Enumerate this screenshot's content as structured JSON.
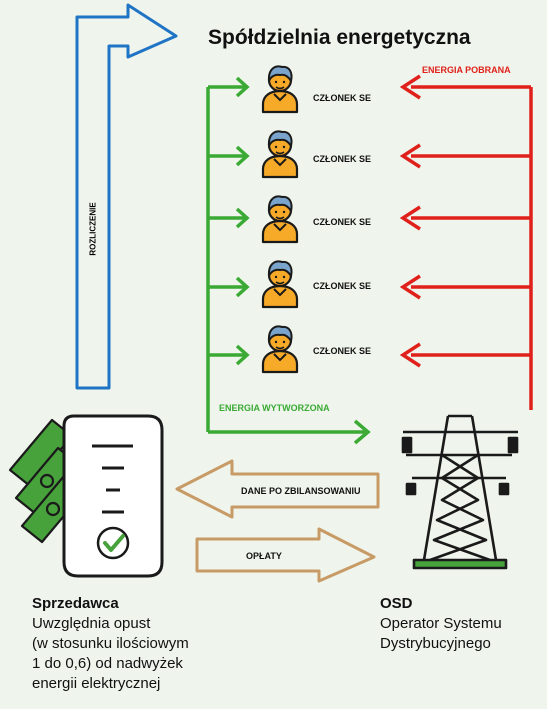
{
  "title": "Spółdzielnia energetyczna",
  "members": [
    "CZŁONEK SE",
    "CZŁONEK SE",
    "CZŁONEK SE",
    "CZŁONEK SE",
    "CZŁONEK SE"
  ],
  "labels": {
    "energia_pobrana": "ENERGIA POBRANA",
    "energia_wytworzona": "ENERGIA WYTWORZONA",
    "rozliczenie": "ROZLICZENIE",
    "dane": "DANE PO ZBILANSOWANIU",
    "oplaty": "OPŁATY"
  },
  "sprzedawca": {
    "name": "Sprzedawca",
    "lines": [
      "Uwzględnia opust",
      "(w stosunku ilościowym",
      "1 do 0,6) od nadwyżek",
      "energii elektrycznej"
    ]
  },
  "osd": {
    "name": "OSD",
    "lines": [
      "Operator Systemu",
      "Dystrybucyjnego"
    ]
  },
  "colors": {
    "blue": "#1f74c6",
    "green": "#3aaa35",
    "red": "#e0201b",
    "tan": "#c79a66",
    "skin": "#f7a928",
    "hair": "#7ba4cc",
    "money": "#48a23c",
    "background": "#eff5ec"
  },
  "icons": [
    "person-icon",
    "document-check-icon",
    "money-stack-icon",
    "power-pylon-icon"
  ]
}
